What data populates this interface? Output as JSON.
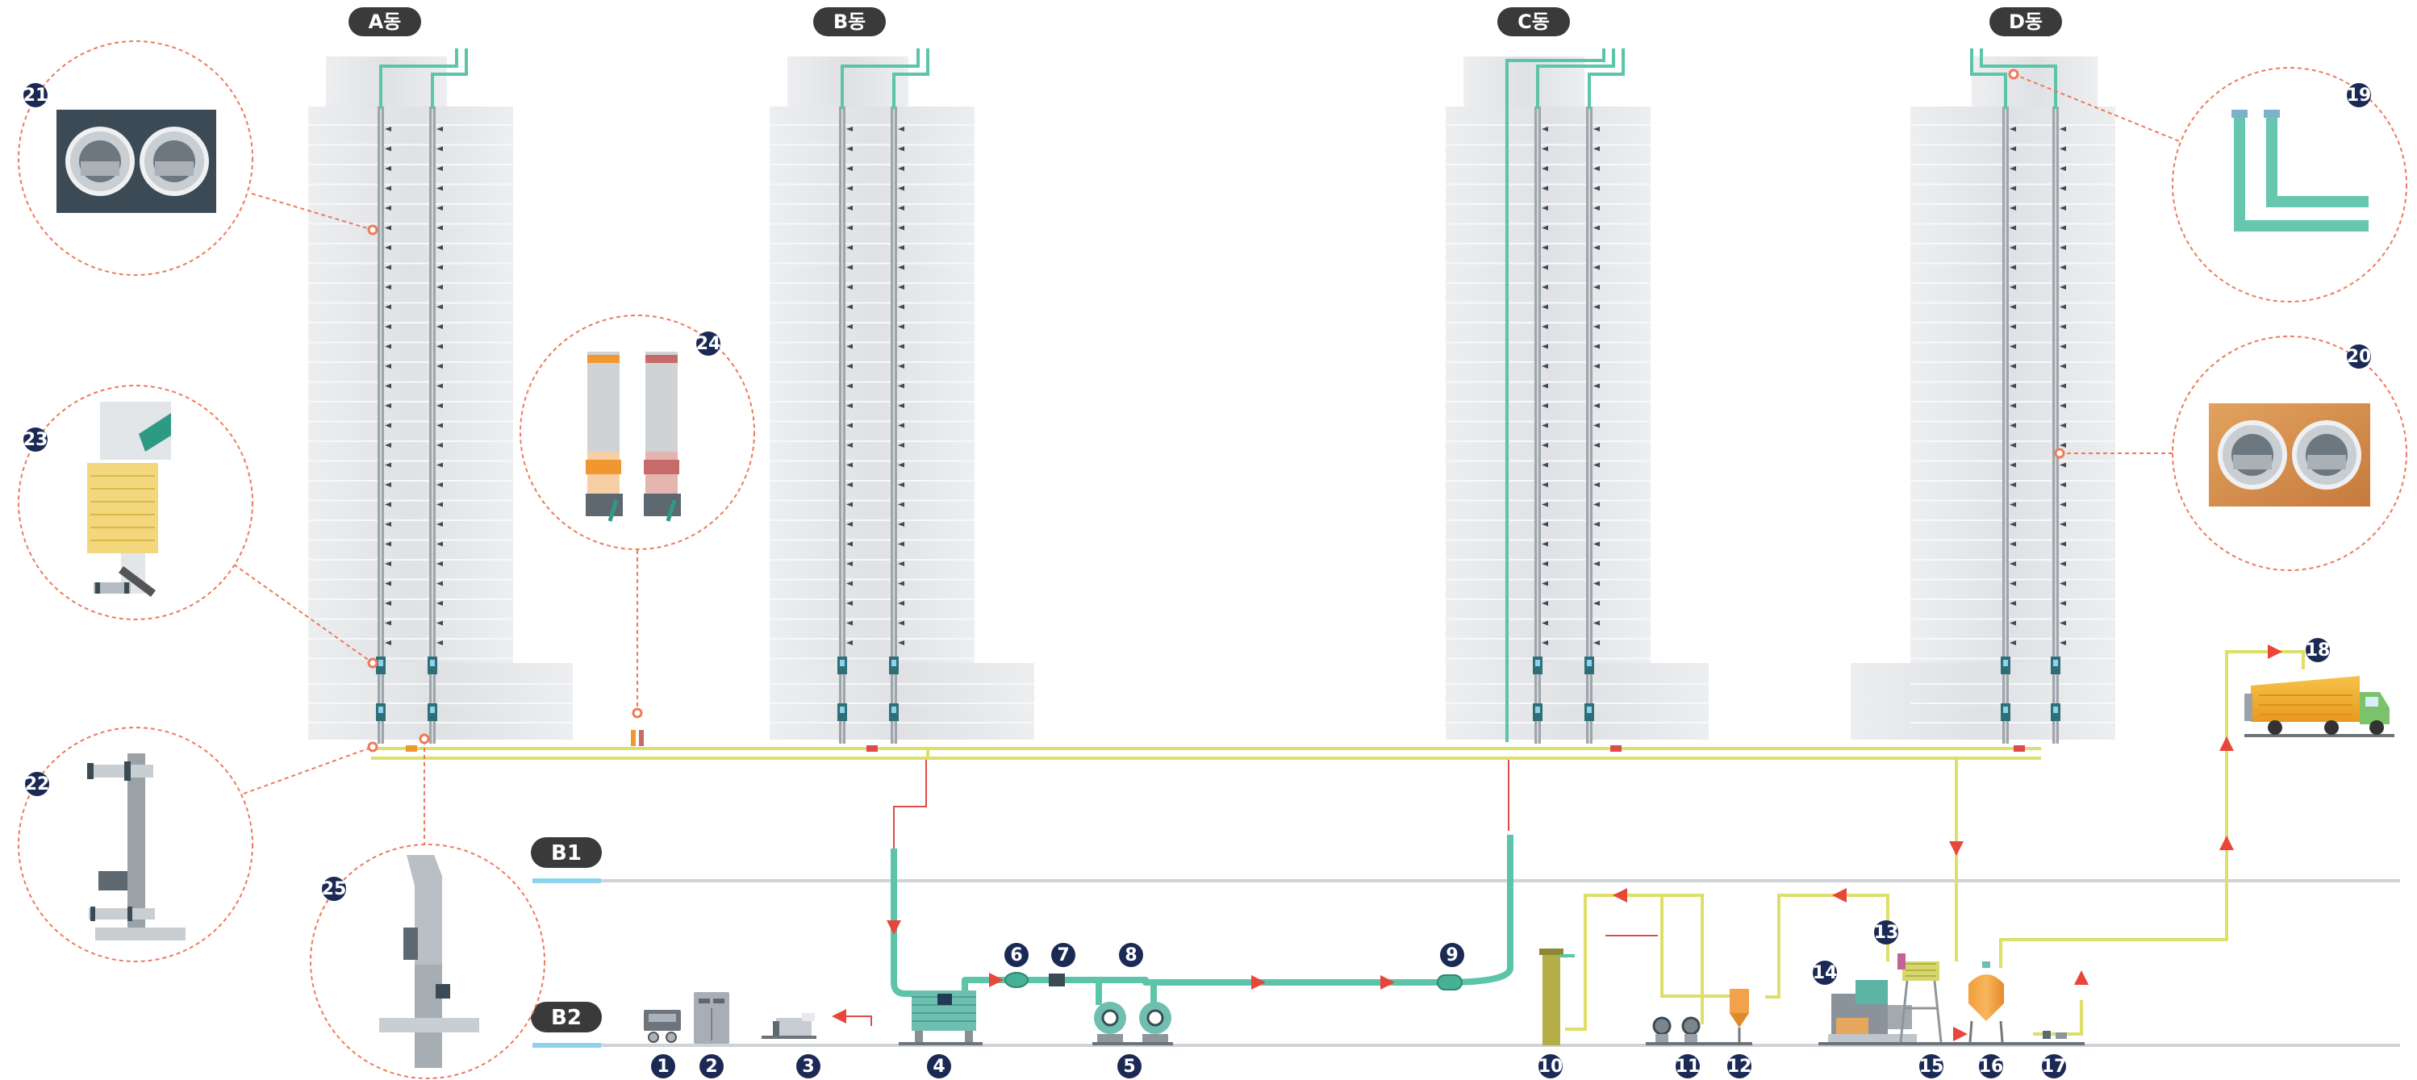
{
  "buildings": [
    {
      "id": "a",
      "label": "A동"
    },
    {
      "id": "b",
      "label": "B동"
    },
    {
      "id": "c",
      "label": "C동"
    },
    {
      "id": "d",
      "label": "D동"
    }
  ],
  "floors": [
    {
      "id": "b1",
      "label": "B1"
    },
    {
      "id": "b2",
      "label": "B2"
    }
  ],
  "markers": [
    {
      "id": "m1",
      "label": "1"
    },
    {
      "id": "m2",
      "label": "2"
    },
    {
      "id": "m3",
      "label": "3"
    },
    {
      "id": "m4",
      "label": "4"
    },
    {
      "id": "m5",
      "label": "5"
    },
    {
      "id": "m6",
      "label": "6"
    },
    {
      "id": "m7",
      "label": "7"
    },
    {
      "id": "m8",
      "label": "8"
    },
    {
      "id": "m9",
      "label": "9"
    },
    {
      "id": "m10",
      "label": "10"
    },
    {
      "id": "m11",
      "label": "11"
    },
    {
      "id": "m12",
      "label": "12"
    },
    {
      "id": "m13",
      "label": "13"
    },
    {
      "id": "m14",
      "label": "14"
    },
    {
      "id": "m15",
      "label": "15"
    },
    {
      "id": "m16",
      "label": "16"
    },
    {
      "id": "m17",
      "label": "17"
    },
    {
      "id": "m18",
      "label": "18"
    },
    {
      "id": "m19",
      "label": "19"
    },
    {
      "id": "m20",
      "label": "20"
    },
    {
      "id": "m21",
      "label": "21"
    },
    {
      "id": "m22",
      "label": "22"
    },
    {
      "id": "m23",
      "label": "23"
    },
    {
      "id": "m24",
      "label": "24"
    },
    {
      "id": "m25",
      "label": "25"
    }
  ],
  "colors": {
    "green_pipe": "#5cc4a8",
    "yellow_pipe": "#dede6a",
    "red_pipe": "#e04a4a",
    "arrow": "#e8463a",
    "marker": "#1b2a55",
    "callout": "#ee7a5a",
    "building": "#e6e7e9",
    "label_pill": "#3a3a3a",
    "floor_line": "#cfd2d6",
    "floor_accent": "#8fd2ee"
  }
}
